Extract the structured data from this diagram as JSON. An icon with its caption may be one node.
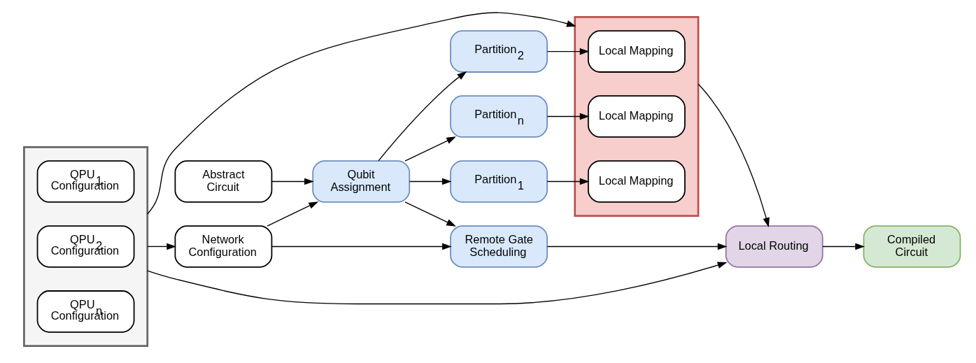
{
  "diagram": {
    "nodes": [
      {
        "text": [],
        "shape": "box"
      },
      {
        "text": [
          "QPU$_{1}$ Configuration"
        ],
        "in": 0
      },
      {
        "text": [
          "QPU$_{2}$ Configuration"
        ],
        "in": 0
      },
      {
        "text": [
          "QPU$_{n}$ Configuration"
        ],
        "in": 0
      },
      {
        "text": [
          "Network Configuration"
        ]
      },
      {
        "text": [
          "Abstract Circuit"
        ]
      },
      {
        "text": [
          "Qubit Assignment"
        ]
      },
      {
        "text": [
          "Remote Gate Scheduling"
        ]
      },
      {
        "text": [
          "Local Routing"
        ]
      },
      {
        "text": [
          "Compiled Circuit"
        ]
      },
      {
        "text": [
          "Partition$_{1}$"
        ]
      },
      {
        "text": [
          "Partition$_{2}$"
        ]
      },
      {
        "text": [
          "Partition$_{n}$"
        ]
      },
      {
        "text": [],
        "shape": "box"
      },
      {
        "text": [
          "Local Mapping"
        ],
        "in": 13
      },
      {
        "text": [
          "Local Mapping"
        ],
        "in": 13
      },
      {
        "text": [
          "Local Mapping"
        ],
        "in": 13
      }
    ],
    "edges": [
      {
        "from": 0,
        "to": 4,
        "arrow": "to"
      },
      {
        "from": 4,
        "to": 7,
        "arrow": "to"
      },
      {
        "from": 4,
        "to": 6,
        "arrow": "to"
      },
      {
        "from": 5,
        "to": 6,
        "arrow": "to"
      },
      {
        "from": 6,
        "to": 7,
        "arrow": "to"
      },
      {
        "from": 7,
        "to": 8,
        "arrow": "to"
      },
      {
        "from": 8,
        "to": 9,
        "arrow": "to"
      },
      {
        "from": 6,
        "to": 10,
        "arrow": "to"
      },
      {
        "from": 6,
        "to": 11,
        "arrow": "to"
      },
      {
        "from": 6,
        "to": 12,
        "arrow": "to"
      },
      {
        "from": 10,
        "to": 14,
        "arrow": "to"
      },
      {
        "from": 11,
        "to": 15,
        "arrow": "to"
      },
      {
        "from": 12,
        "to": 16,
        "arrow": "to"
      },
      {
        "from": 13,
        "to": 8,
        "arrow": "to"
      },
      {
        "from": 0,
        "to": 13,
        "arrow": "to"
      },
      {
        "from": 0,
        "to": 8,
        "arrow": "to"
      }
    ]
  }
}
